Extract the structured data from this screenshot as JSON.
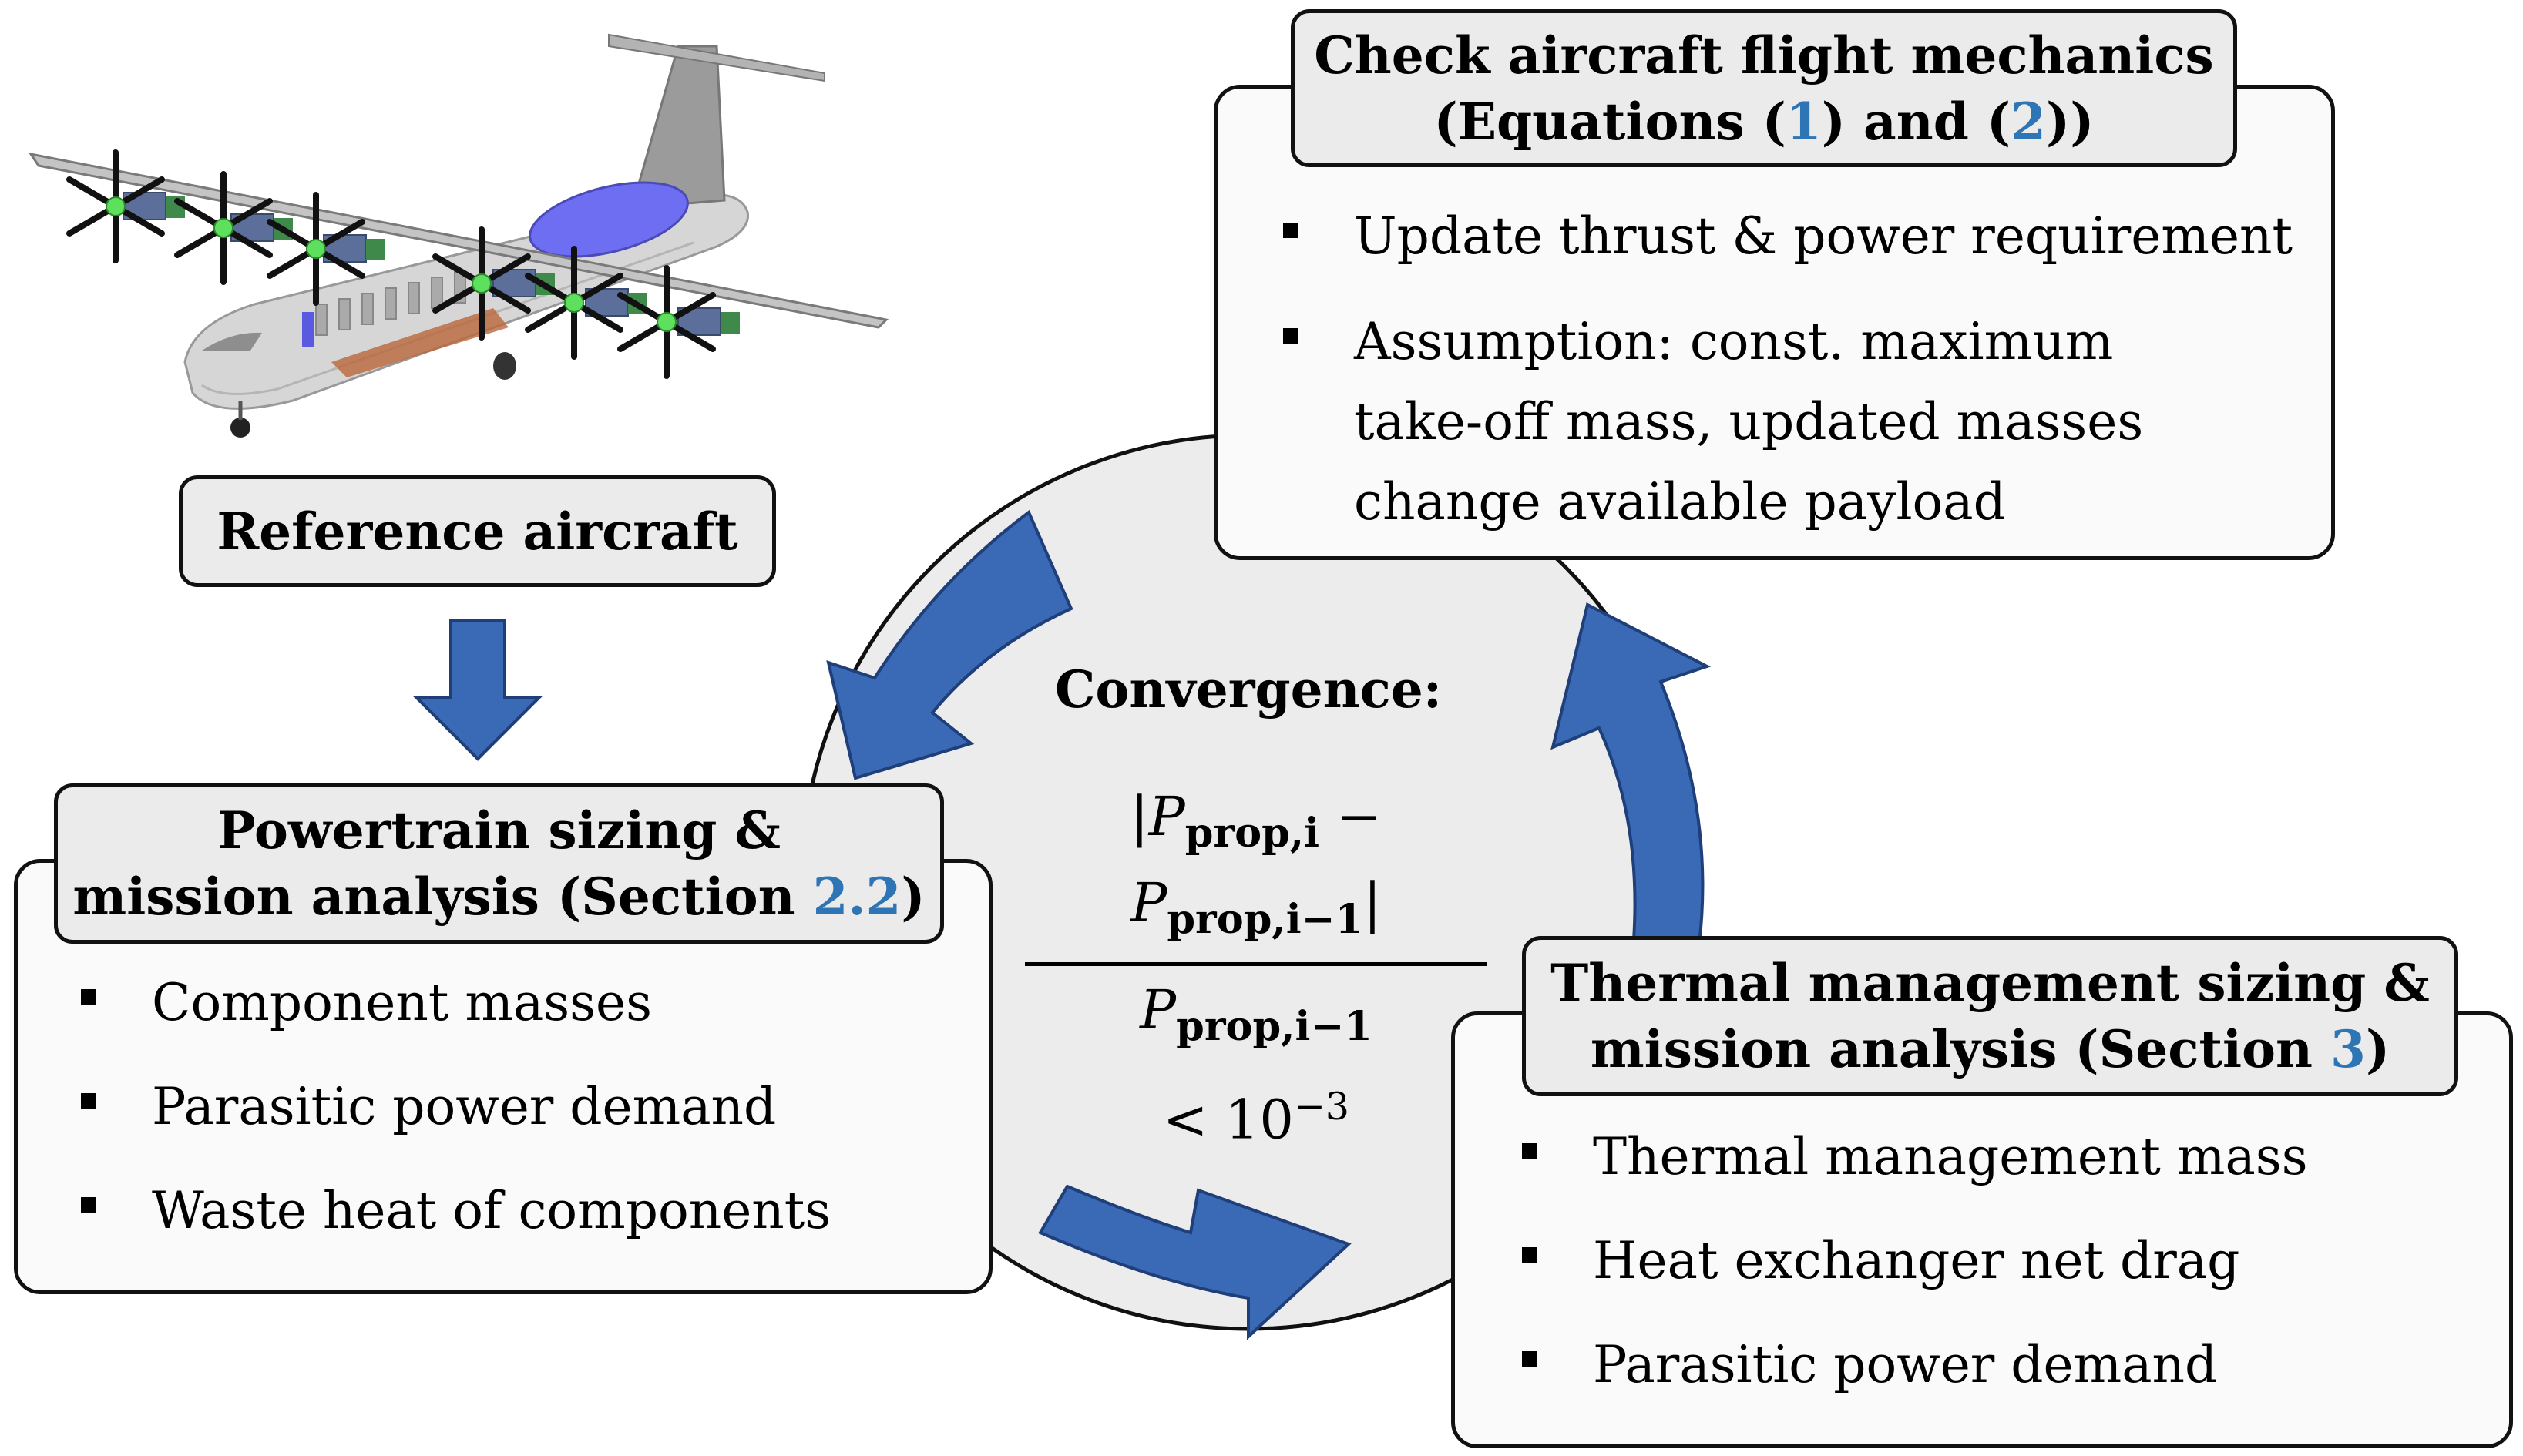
{
  "reference": {
    "label": "Reference aircraft"
  },
  "flight_mechanics": {
    "title_line1": "Check aircraft flight mechanics",
    "title_line2_prefix": "(Equations (",
    "eq1": "1",
    "title_line2_mid": ") and (",
    "eq2": "2",
    "title_line2_suffix": "))",
    "bullets": [
      "Update thrust & power requirement",
      "Assumption: const. maximum",
      "take-off mass, updated masses",
      "change available payload"
    ]
  },
  "powertrain": {
    "title_line1": "Powertrain sizing &",
    "title_line2_prefix": "mission analysis (Section ",
    "section_ref": "2.2",
    "title_line2_suffix": ")",
    "bullets": [
      "Component masses",
      "Parasitic power demand",
      "Waste heat of components"
    ]
  },
  "thermal": {
    "title_line1": "Thermal management sizing &",
    "title_line2_prefix": "mission analysis (Section ",
    "section_ref": "3",
    "title_line2_suffix": ")",
    "bullets": [
      "Thermal management mass",
      "Heat exchanger net drag",
      "Parasitic power demand"
    ]
  },
  "convergence": {
    "label": "Convergence:",
    "numerator": "|P_prop,i − P_prop,i−1|",
    "denominator": "P_prop,i−1",
    "threshold": "< 10^−3"
  },
  "colors": {
    "arrow_blue": "#3a69b5",
    "arrow_stroke": "#1f3f7a",
    "link_blue": "#2e75b6",
    "header_fill": "#ebebeb",
    "circle_fill": "#ececec"
  },
  "icons": {
    "aircraft": "turboprop-aircraft-illustration"
  }
}
